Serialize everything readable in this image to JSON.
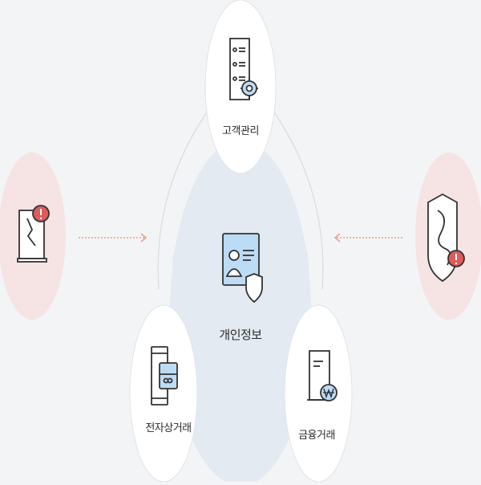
{
  "diagram": {
    "center": {
      "label": "개인정보"
    },
    "nodes": {
      "top": {
        "label": "고객관리",
        "icon": "customer-management-icon"
      },
      "bottom_left": {
        "label": "전자상거래",
        "icon": "ecommerce-icon"
      },
      "bottom_right": {
        "label": "금융거래",
        "icon": "finance-icon"
      }
    },
    "threats": {
      "left": {
        "icon": "hacked-laptop-icon"
      },
      "right": {
        "icon": "identity-theft-shield-icon"
      }
    }
  },
  "colors": {
    "background": "#f3f4f6",
    "center_fill": "#e3eaf1",
    "node_fill": "#ffffff",
    "threat_fill": "#f6e3e3",
    "accent_blue": "#bcdcf5",
    "alert_red": "#e05a5a",
    "arrow": "#e2a08c",
    "outline": "#333333"
  }
}
